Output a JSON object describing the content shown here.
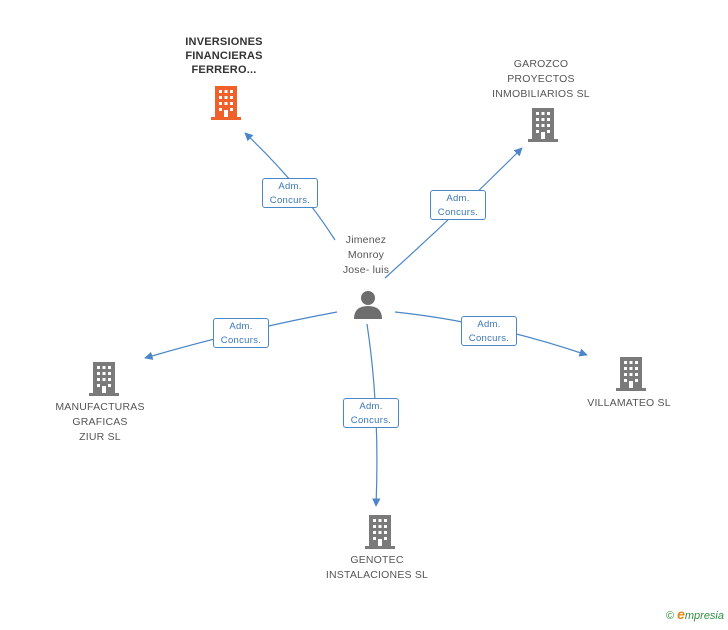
{
  "center": {
    "name": "Jimenez\nMonroy\nJose- luis"
  },
  "companies": [
    {
      "id": "inversiones",
      "name": "INVERSIONES\nFINANCIERAS\nFERRERO...",
      "highlighted": true
    },
    {
      "id": "garozco",
      "name": "GAROZCO\nPROYECTOS\nINMOBILIARIOS SL",
      "highlighted": false
    },
    {
      "id": "manufacturas",
      "name": "MANUFACTURAS\nGRAFICAS\nZIUR SL",
      "highlighted": false
    },
    {
      "id": "villamateo",
      "name": "VILLAMATEO SL",
      "highlighted": false
    },
    {
      "id": "genotec",
      "name": "GENOTEC\nINSTALACIONES SL",
      "highlighted": false
    }
  ],
  "relations": [
    {
      "target": "inversiones",
      "role_line1": "Adm.",
      "role_line2": "Concurs."
    },
    {
      "target": "garozco",
      "role_line1": "Adm.",
      "role_line2": "Concurs."
    },
    {
      "target": "manufacturas",
      "role_line1": "Adm.",
      "role_line2": "Concurs."
    },
    {
      "target": "villamateo",
      "role_line1": "Adm.",
      "role_line2": "Concurs."
    },
    {
      "target": "genotec",
      "role_line1": "Adm.",
      "role_line2": "Concurs."
    }
  ],
  "colors": {
    "edge": "#4a86c8",
    "building": "#7a7a7a",
    "building_highlight": "#f0602a",
    "person": "#6e6e6e"
  },
  "brand": {
    "copyright": "©",
    "name_initial": "e",
    "name_rest": "mpresia"
  }
}
